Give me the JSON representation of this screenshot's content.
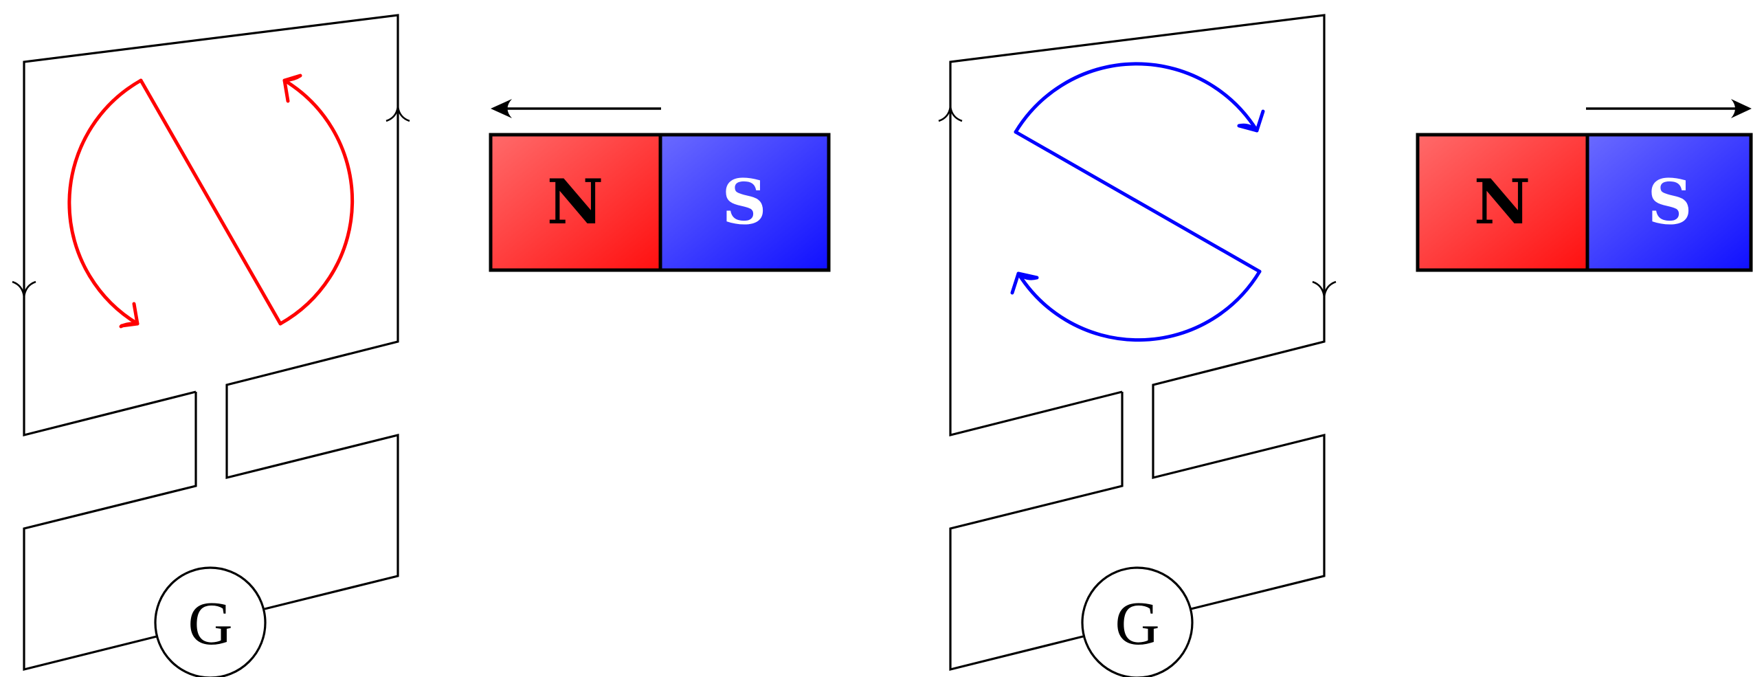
{
  "colors": {
    "wire": "#000000",
    "north_pole": "#ff2a2a",
    "south_pole": "#2a2aff",
    "left_current_arrows": "#ff0000",
    "right_current_arrows": "#0000ff"
  },
  "left_setup": {
    "magnet": {
      "north_label": "N",
      "south_label": "S",
      "motion": "toward-coil"
    },
    "galvanometer_label": "G",
    "induced_current": "red-arrows"
  },
  "right_setup": {
    "magnet": {
      "north_label": "N",
      "south_label": "S",
      "motion": "away-from-coil"
    },
    "galvanometer_label": "G",
    "induced_current": "blue-arrows"
  }
}
